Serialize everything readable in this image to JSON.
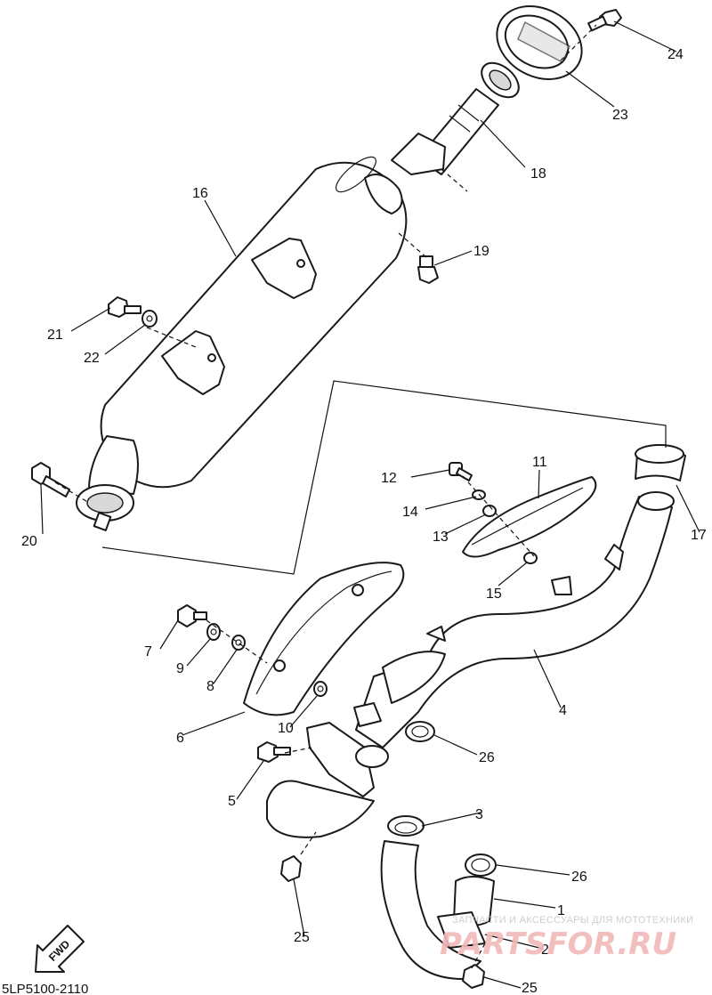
{
  "diagram": {
    "drawing_code": "5LP5100-2110",
    "direction_label": "FWD",
    "callouts": [
      "1",
      "2",
      "3",
      "4",
      "5",
      "6",
      "7",
      "8",
      "9",
      "10",
      "11",
      "12",
      "13",
      "14",
      "15",
      "16",
      "17",
      "18",
      "19",
      "20",
      "21",
      "22",
      "23",
      "24",
      "25",
      "25",
      "26",
      "26"
    ],
    "watermark": {
      "caption": "ЗАПЧАСТИ И АКСЕССУАРЫ ДЛЯ МОТОТЕХНИКИ",
      "logo": "PARTSFOR.RU"
    }
  }
}
